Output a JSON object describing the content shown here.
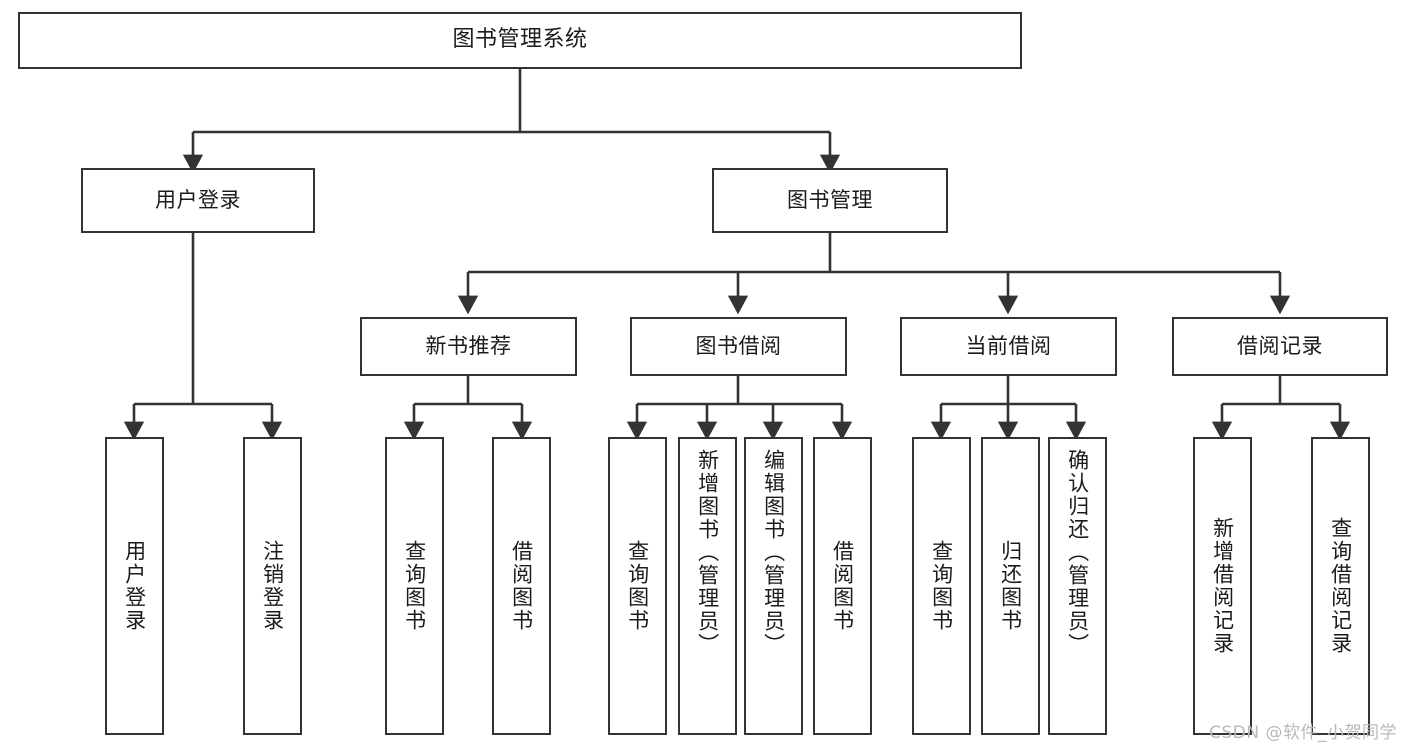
{
  "diagram": {
    "title": "图书管理系统",
    "type": "tree-hierarchy",
    "watermark": "CSDN @软件_小贺同学",
    "style": {
      "box_border_color": "#333333",
      "box_fill_color": "#ffffff",
      "edge_color": "#333333",
      "text_color": "#1b1b1b",
      "background": "#ffffff",
      "watermark_color": "#b9b9b9"
    },
    "nodes": {
      "root": {
        "label": "图书管理系统"
      },
      "level2": [
        {
          "id": "user-login",
          "label": "用户登录"
        },
        {
          "id": "book-manage",
          "label": "图书管理"
        }
      ],
      "level3": [
        {
          "id": "new-book-recommend",
          "label": "新书推荐"
        },
        {
          "id": "book-borrow",
          "label": "图书借阅"
        },
        {
          "id": "current-borrow",
          "label": "当前借阅"
        },
        {
          "id": "borrow-record",
          "label": "借阅记录"
        }
      ],
      "leaves": [
        {
          "id": "leaf-user-login",
          "label": "用户登录",
          "parent": "user-login"
        },
        {
          "id": "leaf-logout-login",
          "label": "注销登录",
          "parent": "user-login"
        },
        {
          "id": "leaf-query-book-1",
          "label": "查询图书",
          "parent": "new-book-recommend"
        },
        {
          "id": "leaf-borrow-book-1",
          "label": "借阅图书",
          "parent": "new-book-recommend"
        },
        {
          "id": "leaf-query-book-2",
          "label": "查询图书",
          "parent": "book-borrow"
        },
        {
          "id": "leaf-add-book",
          "label": "新增图书（管理员）",
          "parent": "book-borrow"
        },
        {
          "id": "leaf-edit-book",
          "label": "编辑图书（管理员）",
          "parent": "book-borrow"
        },
        {
          "id": "leaf-borrow-book-2",
          "label": "借阅图书",
          "parent": "book-borrow"
        },
        {
          "id": "leaf-query-book-3",
          "label": "查询图书",
          "parent": "current-borrow"
        },
        {
          "id": "leaf-return-book",
          "label": "归还图书",
          "parent": "current-borrow"
        },
        {
          "id": "leaf-confirm-return",
          "label": "确认归还（管理员）",
          "parent": "current-borrow"
        },
        {
          "id": "leaf-add-record",
          "label": "新增借阅记录",
          "parent": "borrow-record"
        },
        {
          "id": "leaf-query-record",
          "label": "查询借阅记录",
          "parent": "borrow-record"
        }
      ]
    }
  }
}
